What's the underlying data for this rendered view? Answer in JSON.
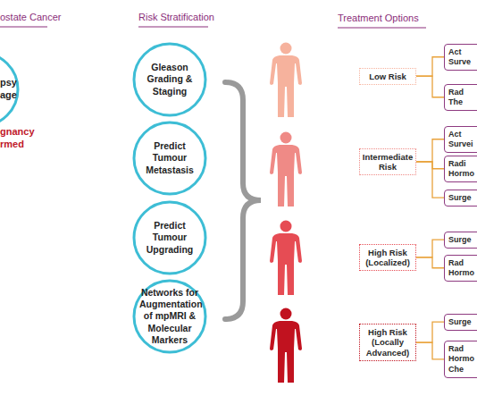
{
  "diagram": {
    "nodes": [
      {
        "text": [
          "psy age"
        ]
      },
      {
        "text": [
          "Gleason Grading & Staging"
        ]
      },
      {
        "text": [
          "Predict Tumour Metastasis"
        ]
      },
      {
        "text": [
          "Predict Tumour Upgrading"
        ]
      },
      {
        "text": [
          "Networks for Augmentation of mpMRI & Molecular Markers"
        ]
      },
      {
        "text": [
          "Low Risk"
        ]
      },
      {
        "text": [
          "Act Surve"
        ]
      },
      {
        "text": [
          "Rad The"
        ]
      },
      {
        "text": [
          "Intermediate Risk"
        ]
      },
      {
        "text": [
          "Act Survei"
        ]
      },
      {
        "text": [
          "Radi Hormo"
        ]
      },
      {
        "text": [
          "Surge"
        ]
      },
      {
        "text": [
          "High Risk (Localized)"
        ]
      },
      {
        "text": [
          "Surge"
        ]
      },
      {
        "text": [
          "Rad Hormo"
        ]
      },
      {
        "text": [
          "High Risk (Locally Advanced)"
        ]
      },
      {
        "text": [
          "Surge"
        ]
      },
      {
        "text": [
          "Rad Hormo Che"
        ]
      }
    ],
    "edges": [
      {
        "from": 5,
        "to": 6,
        "arrow": "none"
      },
      {
        "from": 5,
        "to": 7,
        "arrow": "none"
      },
      {
        "from": 8,
        "to": 9,
        "arrow": "none"
      },
      {
        "from": 8,
        "to": 10,
        "arrow": "none"
      },
      {
        "from": 8,
        "to": 11,
        "arrow": "none"
      },
      {
        "from": 12,
        "to": 13,
        "arrow": "none"
      },
      {
        "from": 12,
        "to": 14,
        "arrow": "none"
      },
      {
        "from": 15,
        "to": 16,
        "arrow": "none"
      },
      {
        "from": 15,
        "to": 17,
        "arrow": "none"
      }
    ],
    "labels": [
      "ostate Cancer",
      "Risk Stratification",
      "Treatment Options",
      "gnancy rmed"
    ]
  }
}
